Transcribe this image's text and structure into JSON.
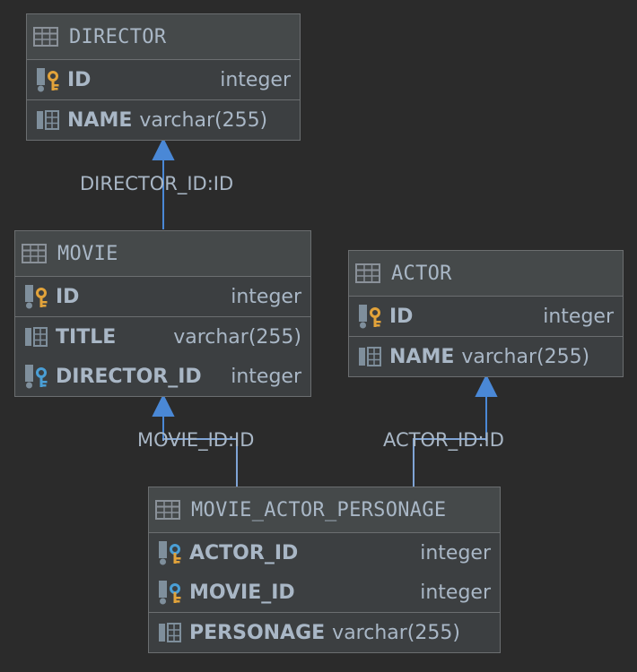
{
  "tables": {
    "director": {
      "name": "DIRECTOR",
      "pk_columns": [
        {
          "name": "ID",
          "type": "integer"
        }
      ],
      "columns": [
        {
          "name": "NAME",
          "type": "varchar(255)"
        }
      ]
    },
    "movie": {
      "name": "MOVIE",
      "pk_columns": [
        {
          "name": "ID",
          "type": "integer"
        }
      ],
      "columns": [
        {
          "name": "TITLE",
          "type": "varchar(255)"
        },
        {
          "name": "DIRECTOR_ID",
          "type": "integer"
        }
      ]
    },
    "actor": {
      "name": "ACTOR",
      "pk_columns": [
        {
          "name": "ID",
          "type": "integer"
        }
      ],
      "columns": [
        {
          "name": "NAME",
          "type": "varchar(255)"
        }
      ]
    },
    "movie_actor_personage": {
      "name": "MOVIE_ACTOR_PERSONAGE",
      "pk_columns": [
        {
          "name": "ACTOR_ID",
          "type": "integer"
        },
        {
          "name": "MOVIE_ID",
          "type": "integer"
        }
      ],
      "columns": [
        {
          "name": "PERSONAGE",
          "type": "varchar(255)"
        }
      ]
    }
  },
  "relations": [
    {
      "label": "DIRECTOR_ID:ID"
    },
    {
      "label": "MOVIE_ID:ID"
    },
    {
      "label": "ACTOR_ID:ID"
    }
  ],
  "colors": {
    "background": "#2b2b2b",
    "table_body": "#3c3f41",
    "table_header": "#45494a",
    "border": "#6b6e70",
    "text": "#a9b7c6",
    "arrow": "#4a88d6",
    "key_gold": "#e2a33a",
    "key_blue": "#4a9fd6"
  }
}
